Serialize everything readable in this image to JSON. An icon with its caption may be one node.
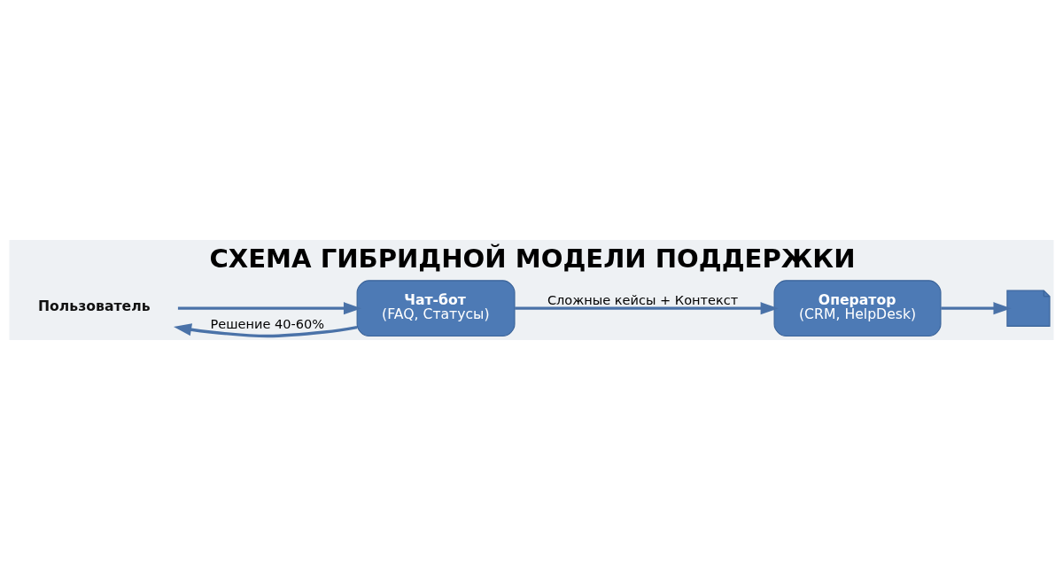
{
  "diagram": {
    "title": "СХЕМА ГИБРИДНОЙ МОДЕЛИ ПОДДЕРЖКИ",
    "nodes": [
      {
        "text": [
          "Пользователь"
        ]
      },
      {
        "text": [
          "Чат-бот",
          "(FAQ, Статусы)"
        ]
      },
      {
        "text": [
          "Оператор",
          "(CRM, HelpDesk)"
        ]
      },
      {
        "text": [],
        "shape": "ticket"
      }
    ],
    "edges": [
      {
        "from": 0,
        "to": 1,
        "arrow": "to"
      },
      {
        "from": 1,
        "to": 2,
        "arrow": "to",
        "label": "Сложные кейсы + Контекст"
      },
      {
        "from": 2,
        "to": 3,
        "arrow": "to"
      },
      {
        "from": 1,
        "to": 0,
        "arrow": "to",
        "label": "Решение 40-60%"
      }
    ]
  }
}
